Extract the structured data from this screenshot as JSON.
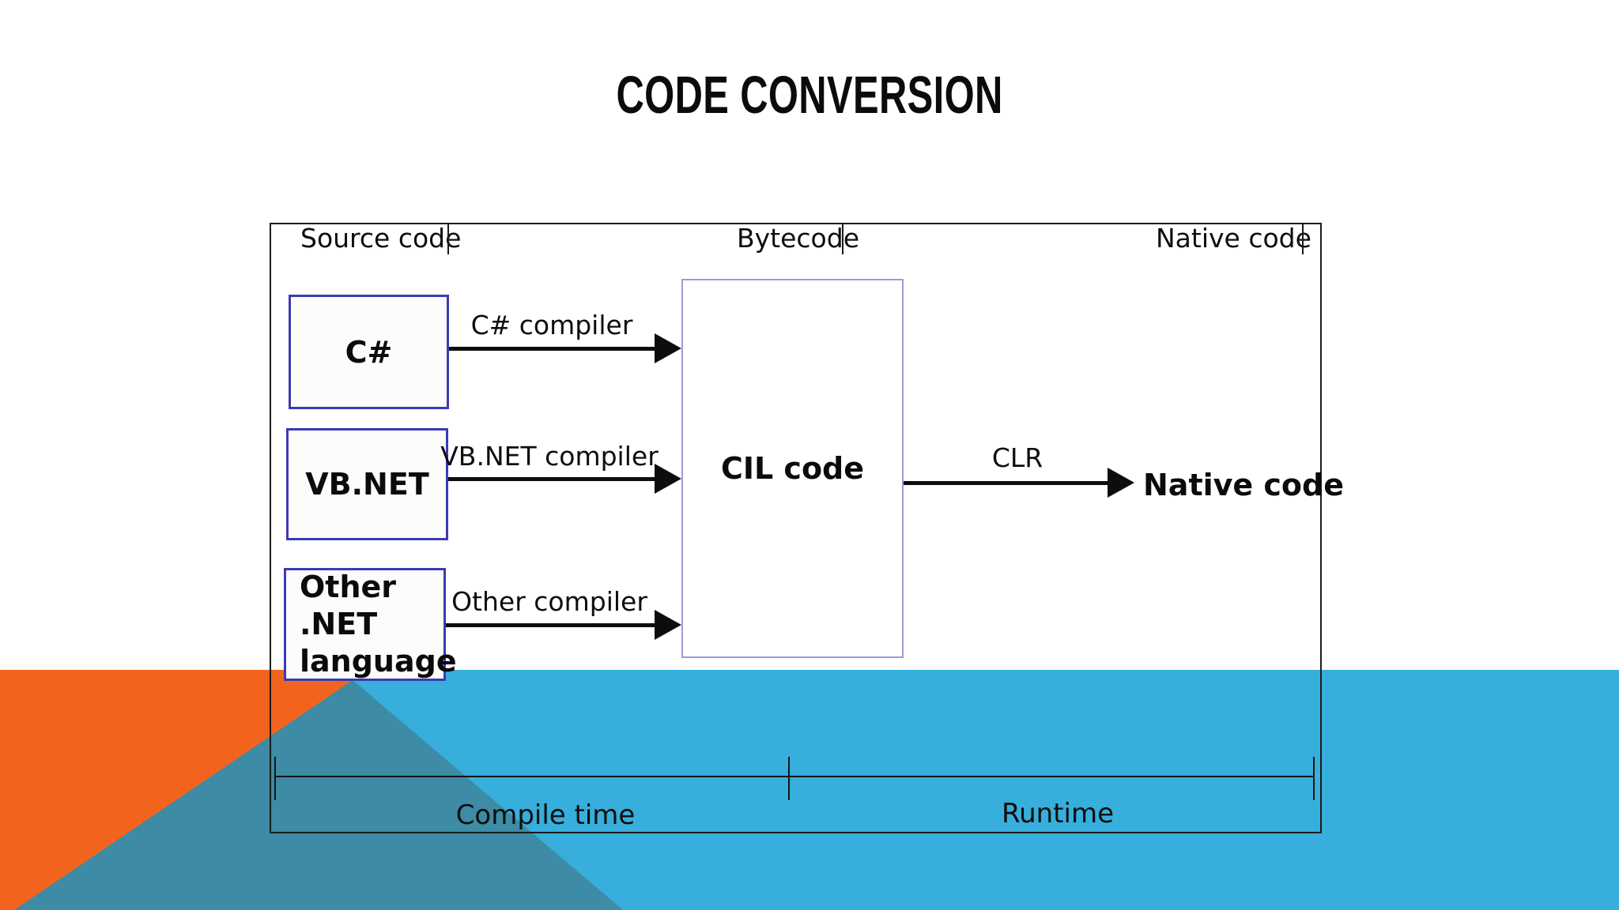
{
  "title": "CODE CONVERSION",
  "colors": {
    "orange": "#F2641E",
    "blue": "#37AEDC",
    "teal": "#3D8BA5",
    "box_border": "#3B3BB3",
    "cil_border": "#9C9CD6"
  },
  "diagram": {
    "column_labels": {
      "source": "Source code",
      "bytecode": "Bytecode",
      "native": "Native code"
    },
    "sources": [
      {
        "label": "C#",
        "compiler": "C# compiler"
      },
      {
        "label": "VB.NET",
        "compiler": "VB.NET compiler"
      },
      {
        "label_line1": "Other .NET",
        "label_line2": "language",
        "compiler": "Other compiler"
      }
    ],
    "cil": {
      "label": "CIL code"
    },
    "clr": {
      "label": "CLR"
    },
    "native": {
      "label": "Native code"
    },
    "timeline": {
      "compile": "Compile time",
      "runtime": "Runtime"
    }
  }
}
